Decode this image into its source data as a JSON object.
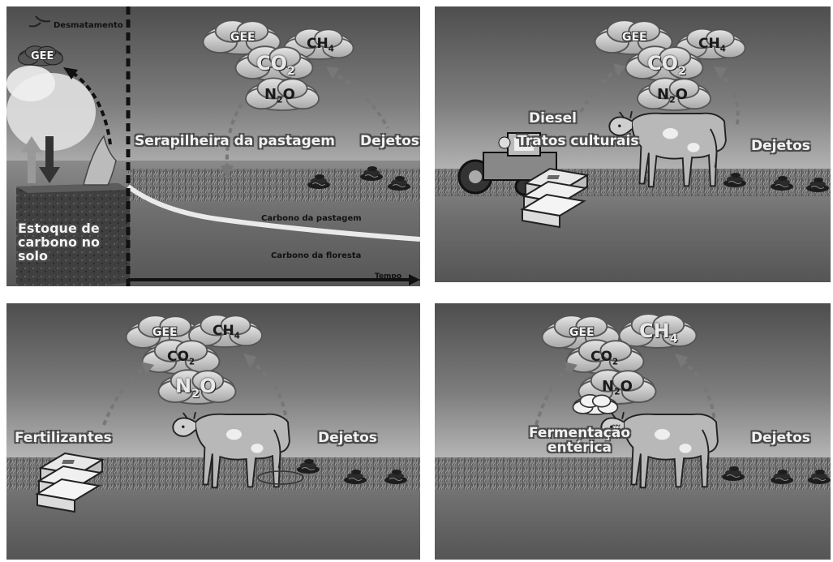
{
  "panels": {
    "p1": {
      "deforestation_label": "Desmatamento",
      "gee_small": "GEE",
      "gases": {
        "gee": "GEE",
        "ch4": "CH",
        "ch4_sub": "4",
        "co2": "CO",
        "co2_sub": "2",
        "n2o_a": "N",
        "n2o_sub": "2",
        "n2o_b": "O"
      },
      "litter_label": "Serapilheira da pastagem",
      "manure_label": "Dejetos",
      "soil_stock_label": [
        "Estoque de",
        "carbono no",
        "solo"
      ],
      "pasture_carbon": "Carbono da pastagem",
      "forest_carbon": "Carbono da floresta",
      "time_label": "Tempo"
    },
    "p2": {
      "gases": {
        "gee": "GEE",
        "ch4": "CH",
        "ch4_sub": "4",
        "co2": "CO",
        "co2_sub": "2",
        "n2o_a": "N",
        "n2o_sub": "2",
        "n2o_b": "O"
      },
      "diesel_label": "Diesel",
      "cultural_label": "Tratos culturais",
      "manure_label": "Dejetos"
    },
    "p3": {
      "gases": {
        "gee": "GEE",
        "ch4": "CH",
        "ch4_sub": "4",
        "co2": "CO",
        "co2_sub": "2",
        "n2o_a": "N",
        "n2o_sub": "2",
        "n2o_b": "O"
      },
      "fertilizer_label": "Fertilizantes",
      "manure_label": "Dejetos"
    },
    "p4": {
      "gases": {
        "gee": "GEE",
        "ch4": "CH",
        "ch4_sub": "4",
        "co2": "CO",
        "co2_sub": "2",
        "n2o_a": "N",
        "n2o_sub": "2",
        "n2o_b": "O"
      },
      "enteric_label": [
        "Fermentação",
        "entérica"
      ],
      "manure_label": "Dejetos"
    }
  }
}
